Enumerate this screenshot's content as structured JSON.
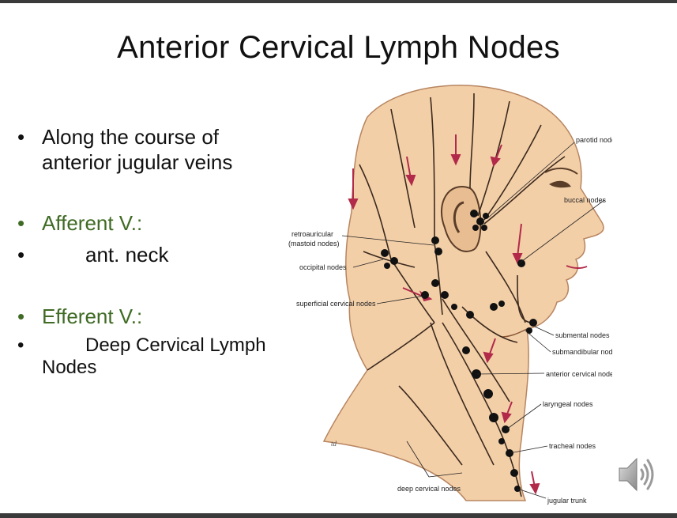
{
  "slide": {
    "title": "Anterior Cervical Lymph Nodes",
    "bullets": [
      {
        "marker": "•",
        "line1": "Along the course of",
        "line2": "anterior jugular veins"
      },
      {
        "marker": "•",
        "text": "Afferent V.:"
      },
      {
        "marker": "•",
        "text": "ant. neck"
      },
      {
        "marker": "•",
        "text": "Efferent V.:"
      },
      {
        "marker": "•",
        "line1": "Deep Cervical Lymph",
        "line2": "Nodes"
      }
    ]
  },
  "figure": {
    "labels": {
      "parotid": "parotid nodes",
      "buccal": "buccal nodes",
      "retro1": "retroauricular",
      "retro2": "(mastoid nodes)",
      "occipital": "occipital nodes",
      "superficial": "superficial cervical nodes",
      "submental": "submental nodes",
      "submandibular": "submandibular nodes",
      "anterior_cervical": "anterior cervical nodes",
      "laryngeal": "laryngeal nodes",
      "tracheal": "tracheal nodes",
      "deep_cervical": "deep cervical nodes",
      "jugular": "jugular trunk"
    },
    "signature": "td"
  },
  "colors": {
    "accent_green": "#3f6b24",
    "skin": "#f3cfa8",
    "arrow": "#b22a4a"
  },
  "icons": {
    "audio": "speaker-icon"
  }
}
